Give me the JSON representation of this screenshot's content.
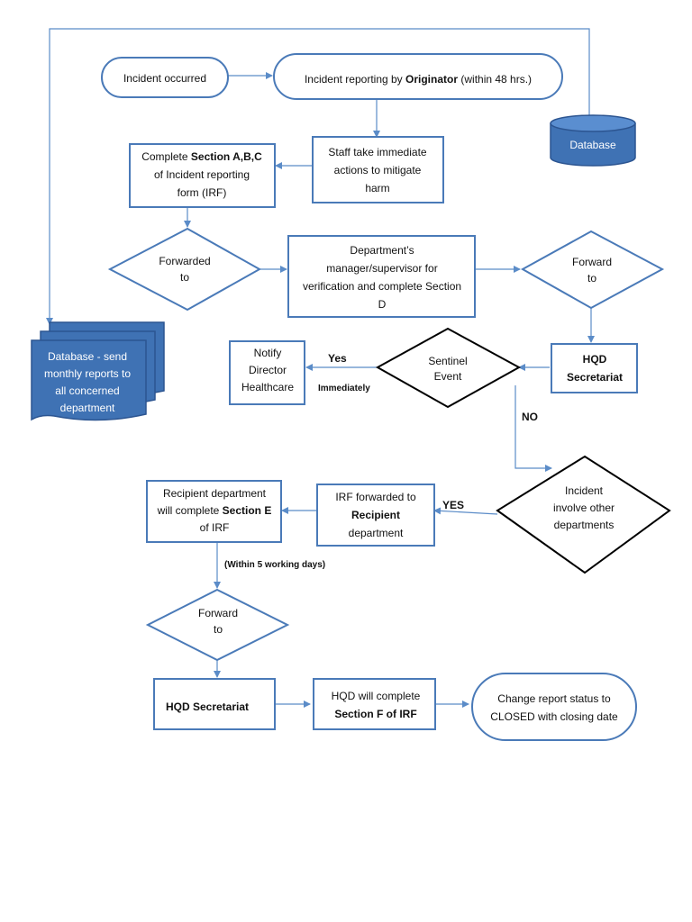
{
  "colors": {
    "shape_border": "#4a7ab8",
    "connector": "#5b8cc8",
    "diamond_dark": "#000000",
    "database_fill": "#3f72b4",
    "database_border": "#2c5591",
    "text": "#111111",
    "text_on_fill": "#ffffff"
  },
  "nodes": {
    "incident_occurred": "Incident occurred",
    "reporting_pre": "Incident reporting by ",
    "reporting_bold": "Originator",
    "reporting_post": " (within 48 hrs.)",
    "database": "Database",
    "complete_abc_l1_pre": "Complete ",
    "complete_abc_l1_bold": "Section A,B,C",
    "complete_abc_l2": "of Incident reporting",
    "complete_abc_l3": "form (IRF)",
    "staff_l1": "Staff take immediate",
    "staff_l2": "actions to mitigate",
    "staff_l3": "harm",
    "forwarded_l1": "Forwarded",
    "forwarded_l2": "to",
    "dept_l1": "Department’s",
    "dept_l2": "manager/supervisor for",
    "dept_l3": "verification and complete Section",
    "dept_l4": "D",
    "forward1_l1": "Forward",
    "forward1_l2": "to",
    "dbsend_l1": "Database - send",
    "dbsend_l2": "monthly reports to",
    "dbsend_l3": "all concerned",
    "dbsend_l4": "department",
    "notify_l1": "Notify",
    "notify_l2": "Director",
    "notify_l3": "Healthcare",
    "sentinel_l1": "Sentinel",
    "sentinel_l2": "Event",
    "hqd1_l1": "HQD",
    "hqd1_l2": "Secretariat",
    "involve_l1": "Incident",
    "involve_l2": "involve other",
    "involve_l3": "departments",
    "recipient_l1": "Recipient department",
    "recipient_l2_pre": "will complete ",
    "recipient_l2_bold": "Section E",
    "recipient_l3": "of IRF",
    "irf_fwd_l1": "IRF forwarded to",
    "irf_fwd_l2": "Recipient",
    "irf_fwd_l3": "department",
    "forward2_l1": "Forward",
    "forward2_l2": "to",
    "hqd2": "HQD Secretariat",
    "hqd_complete_l1": "HQD will complete",
    "hqd_complete_l2": "Section F of IRF",
    "closed_l1": "Change report status to",
    "closed_l2": "CLOSED with closing date"
  },
  "edge_labels": {
    "yes": "Yes",
    "immediately": "Immediately",
    "no": "NO",
    "yes_caps": "YES",
    "within_5_days": "(Within 5 working days)"
  }
}
